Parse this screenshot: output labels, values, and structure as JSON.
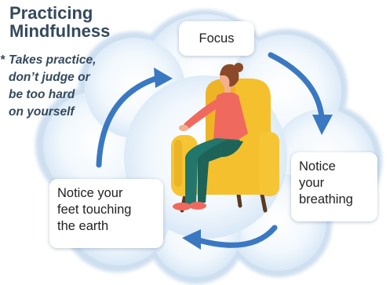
{
  "title": "Practicing\nMindfulness",
  "note": {
    "asterisk": "*",
    "text": "Takes practice,\ndon’t judge or\nbe too hard\non yourself"
  },
  "steps": [
    {
      "label": "Focus"
    },
    {
      "label": "Notice\nyour\nbreathing"
    },
    {
      "label": "Notice your\nfeet touching\nthe earth"
    }
  ],
  "colors": {
    "cloud": "#d7e7f6",
    "arrow": "#3a78c2",
    "chair": "#f5c02e",
    "shirt": "#f0695e",
    "pants": "#23766b",
    "hair": "#8a4a2a",
    "title_text": "#34495e"
  }
}
